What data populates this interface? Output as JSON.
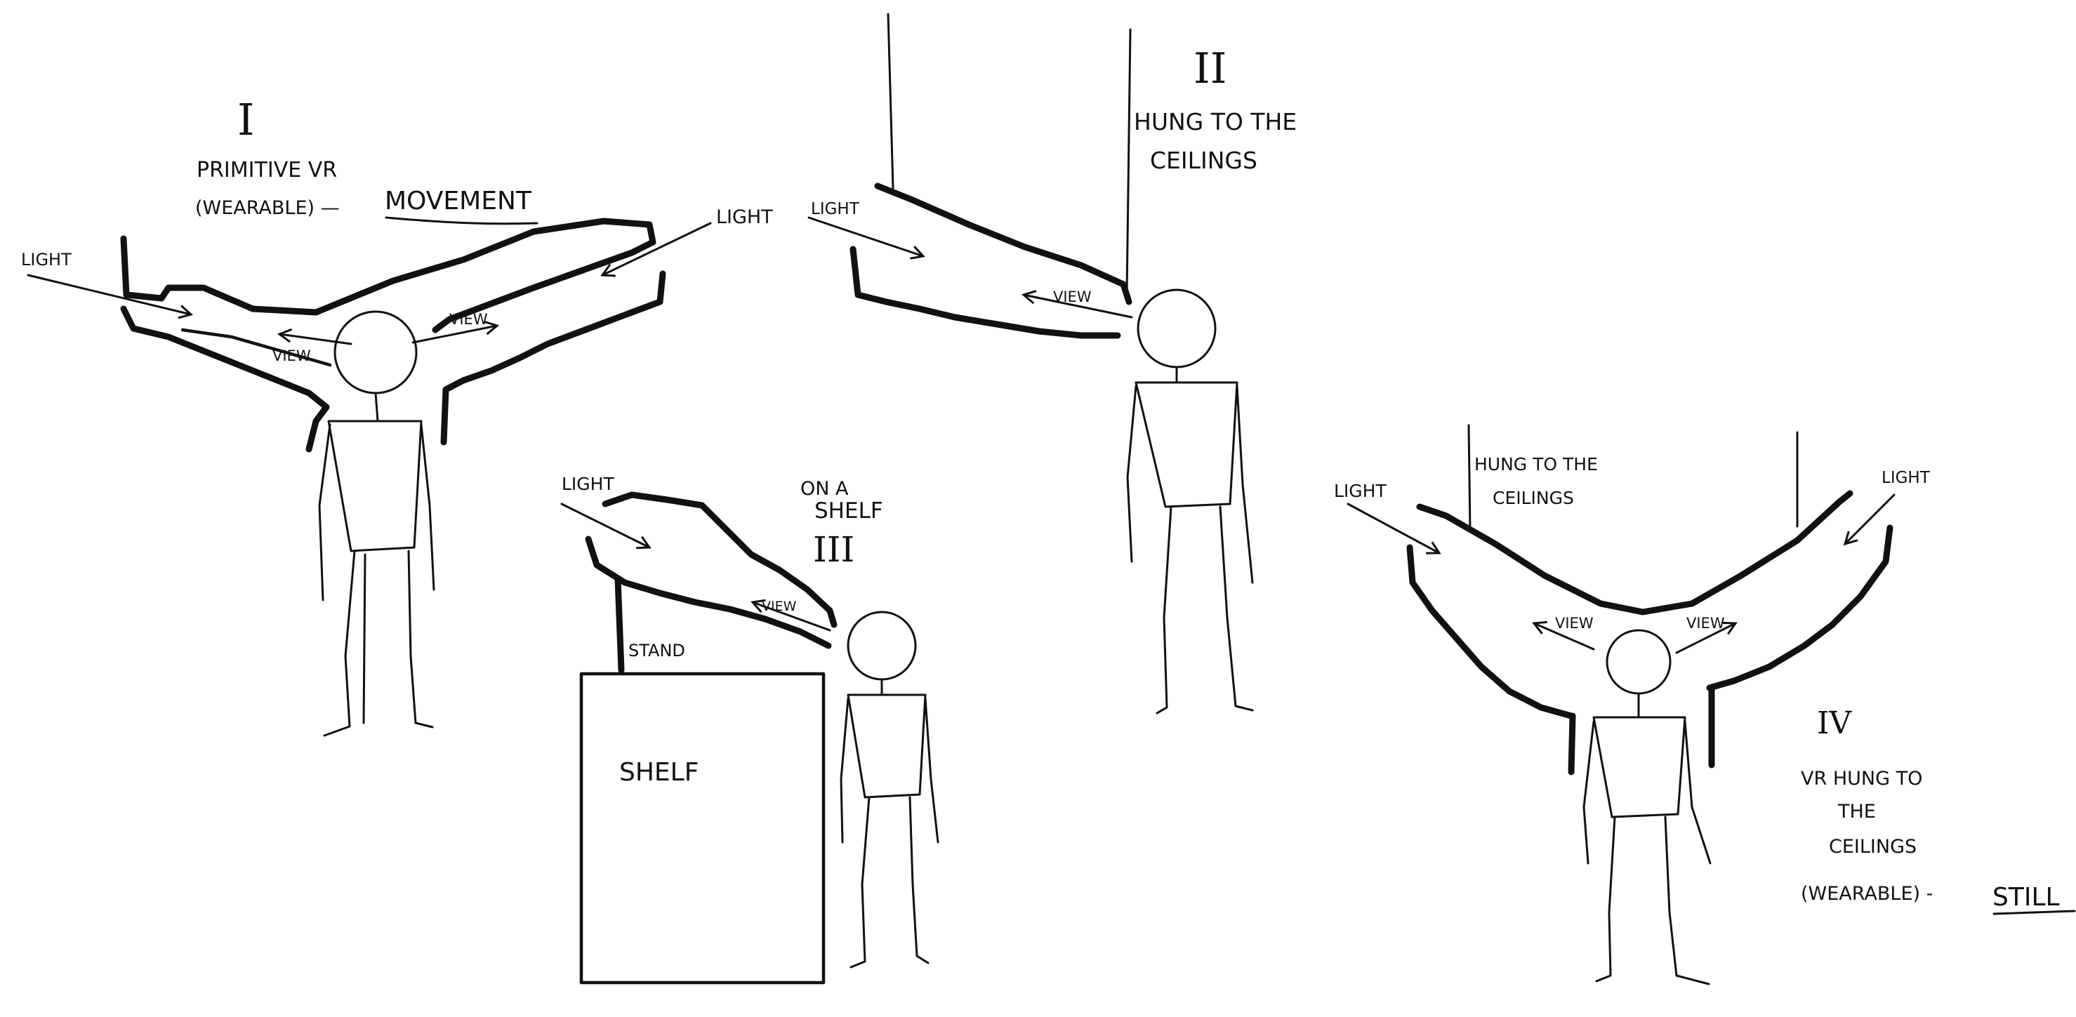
{
  "sketch_one": {
    "numeral": "I",
    "caption_line1": "PRIMITIVE VR",
    "caption_line2": "(WEARABLE) —",
    "caption_emphasis": "MOVEMENT",
    "light_left": "LIGHT",
    "light_right": "LIGHT",
    "view_left": "VIEW",
    "view_right": "VIEW"
  },
  "sketch_two": {
    "numeral": "II",
    "caption_line1": "HUNG TO THE",
    "caption_line2": "CEILINGS",
    "light": "LIGHT",
    "view": "VIEW"
  },
  "sketch_three": {
    "caption_line1": "ON A",
    "caption_line2": "SHELF",
    "numeral": "III",
    "light": "LIGHT",
    "view": "VIEW",
    "stand": "STAND",
    "shelf": "SHELF"
  },
  "sketch_four": {
    "numeral": "IV",
    "hung_line1": "HUNG TO THE",
    "hung_line2": "CEILINGS",
    "light_left": "LIGHT",
    "light_right": "LIGHT",
    "view_left": "VIEW",
    "view_right": "VIEW",
    "caption_line1": "VR HUNG TO",
    "caption_line2": "THE",
    "caption_line3": "CEILINGS",
    "caption_line4": "(WEARABLE) -",
    "caption_emphasis": "STILL"
  }
}
